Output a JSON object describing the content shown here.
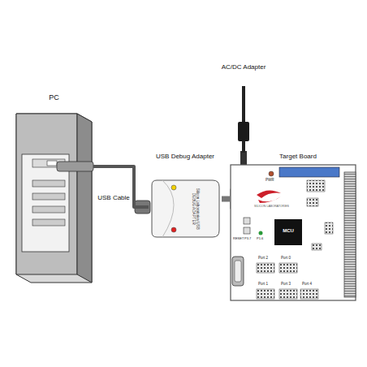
{
  "diagram": {
    "nodes": [
      {
        "text": [
          "PC"
        ]
      },
      {
        "text": [
          "USB Debug Adapter",
          "Silicon Laboratories USB DEBUG ADAPTER"
        ]
      },
      {
        "text": [
          "AC/DC Adapter"
        ]
      },
      {
        "text": [
          "Target Board"
        ]
      },
      {
        "text": [
          "MCU"
        ],
        "in": 3
      }
    ],
    "edges": [
      {
        "from": 0,
        "to": 1,
        "arrow": "none",
        "label": "USB Cable"
      },
      {
        "from": 1,
        "to": 3,
        "arrow": "none"
      },
      {
        "from": 2,
        "to": 3,
        "arrow": "none"
      }
    ],
    "labels": [
      "PWR",
      "SILICON LABORATORIES",
      "RESET",
      "P3.7",
      "P1.6",
      "Port 2",
      "Port 0",
      "Port 1",
      "Port 3",
      "Port 4"
    ]
  }
}
